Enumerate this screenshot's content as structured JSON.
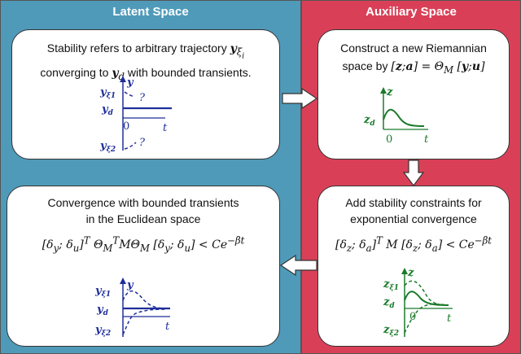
{
  "panels": {
    "left_title": "Latent Space",
    "right_title": "Auxiliary Space"
  },
  "box_tl": {
    "line1": "Stability refers to arbitrary trajectory y_{ξ_i}",
    "line2": "converging to y_d with bounded transients.",
    "labels": {
      "y_xi1": "yξ1",
      "y_d": "yd",
      "y_xi2": "yξ2",
      "axis_y": "y",
      "axis_t": "t",
      "zero": "0",
      "q1": "?",
      "q2": "?"
    }
  },
  "box_tr": {
    "line1": "Construct a new Riemannian",
    "line2": "space by [z; a] = Θ_M [y; u]",
    "labels": {
      "axis_z": "z",
      "z_d": "zd",
      "zero": "0",
      "axis_t": "t"
    }
  },
  "box_bl": {
    "line1": "Convergence with bounded transients",
    "line2": "in the Euclidean space",
    "formula": "[δy; δu]^T Θ_M^T M Θ_M [δy; δu] < Ce^{−βt}",
    "labels": {
      "y_xi1": "yξ1",
      "y_d": "yd",
      "y_xi2": "yξ2",
      "axis_y": "y",
      "axis_t": "t"
    }
  },
  "box_br": {
    "line1": "Add stability constraints for",
    "line2": "exponential convergence",
    "formula": "[δz; δa]^T M [δz; δa] < Ce^{−βt}",
    "labels": {
      "axis_z": "z",
      "z_xi1": "zξ1",
      "z_d": "zd",
      "z_xi2": "zξ2",
      "zero": "0",
      "axis_t": "t"
    }
  },
  "colors": {
    "left_bg": "#4f9ab9",
    "right_bg": "#d94057",
    "blue": "#1f2f9a",
    "green": "#1a7a2a"
  }
}
